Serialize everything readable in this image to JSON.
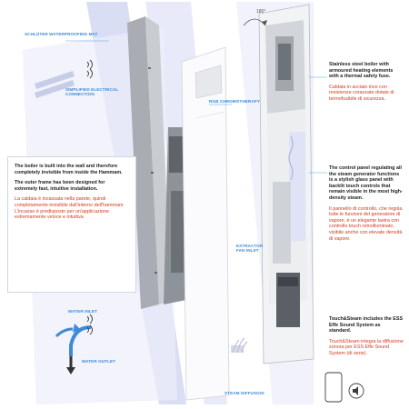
{
  "labels": {
    "waterproofing_mat": "SCHLÜTER WATERPROOFING MAT",
    "electrical": "SIMPLIFIED ELECTRICAL CONNECTION",
    "rgb": "RGB CHROMOTHERAPY",
    "extractor": "EXTRACTOR FAN INLET",
    "water_inlet": "WATER INLET",
    "water_outlet": "WATER OUTLET",
    "steam_diffusion": "STEAM DIFFUSION",
    "rotation": "180°"
  },
  "notes": {
    "boiler_en": "Stainless steel boiler with armoured heating elements with a thermal safety fuse.",
    "boiler_it": "Caldaia in acciaio inox con resistenze corazzate dotate di termofusibile di sicurezza.",
    "built_en": "The boiler is built into the wall and therefore completely invisible from inside the Hammam.",
    "frame_en": "The outer frame has been designed for extremely fast, intuitive installation.",
    "built_it": "La caldaia è incassata nella parete, quindi completamente invisibile dall'interno dell'hammam. L'incasso è predisposto per un'applicazione estremamente veloce e intuitiva",
    "panel_en": "The control panel regulating all the steam generator functions is a stylish glass panel with backlit touch controls that remain visible in the most high-density steam.",
    "panel_it": "Il pannello di controllo, che regola tutte le funzioni del generatore di vapore, è un elegante lastra con controllo touch retroilluminato, visibile anche con elevate densità di vapore.",
    "sound_en": "Touch&Steam includes the ESS Effe Sound System as standard.",
    "sound_it": "Touch&Steam integra la diffusione sonora per ESS Effe Sound System (di serie)."
  },
  "colors": {
    "accent": "#3d8ad6",
    "italian": "#d33a1c",
    "lavender": "#c7cdee",
    "panel_white": "#fbfbfd",
    "steel": "#b5b9bf",
    "dark": "#3a3d42"
  },
  "icons": [
    "wifi-signal-icon",
    "smartphone-sound-icon",
    "water-flow-arrow-icon"
  ]
}
